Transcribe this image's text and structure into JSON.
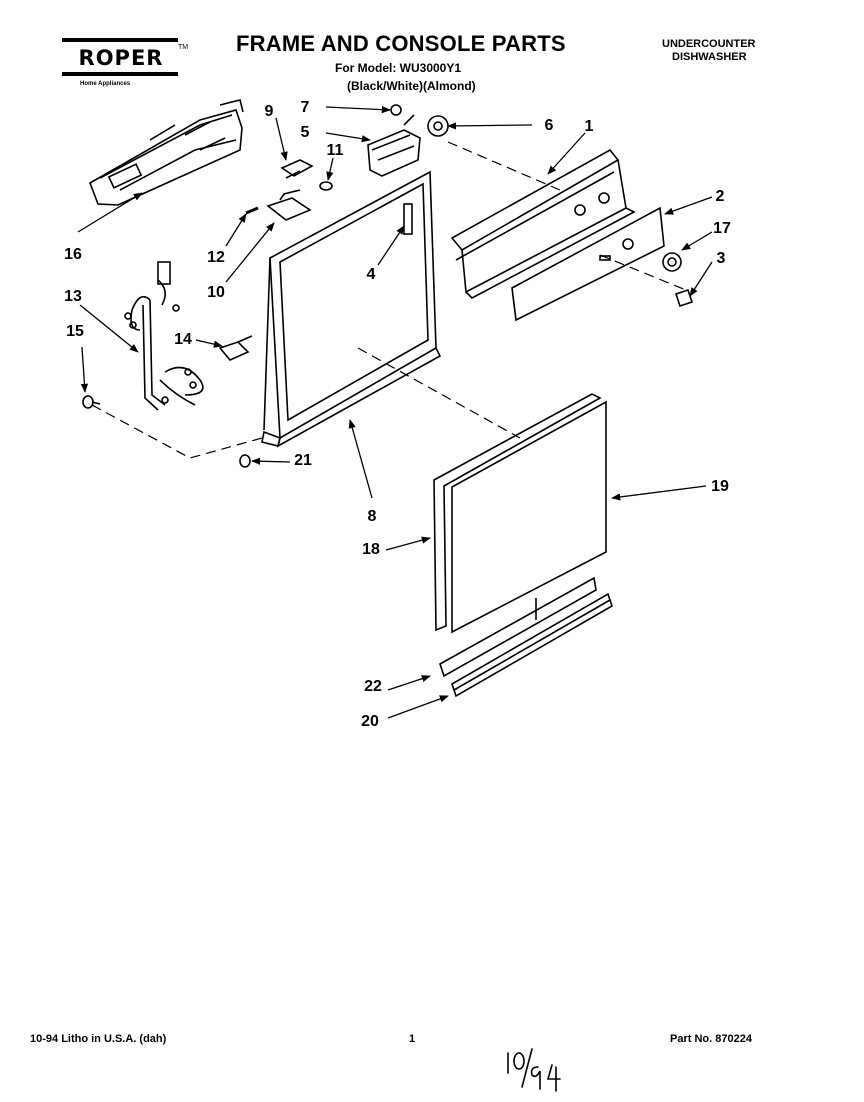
{
  "header": {
    "brand": "ROPER",
    "brand_sub": "Home Appliances",
    "trademark": "TM",
    "title": "FRAME AND CONSOLE PARTS",
    "model_line": "For Model: WU3000Y1",
    "color_line": "(Black/White)(Almond)",
    "product_line1": "UNDERCOUNTER",
    "product_line2": "DISHWASHER"
  },
  "callouts": {
    "c1": "1",
    "c2": "2",
    "c3": "3",
    "c4": "4",
    "c5": "5",
    "c6": "6",
    "c7": "7",
    "c8": "8",
    "c9": "9",
    "c10": "10",
    "c11": "11",
    "c12": "12",
    "c13": "13",
    "c14": "14",
    "c15": "15",
    "c16": "16",
    "c17": "17",
    "c18": "18",
    "c19": "19",
    "c20": "20",
    "c21": "21",
    "c22": "22"
  },
  "footer": {
    "left": "10-94 Litho in U.S.A. (dah)",
    "page": "1",
    "part_no": "Part No. 870224",
    "handwritten": "10/94"
  }
}
